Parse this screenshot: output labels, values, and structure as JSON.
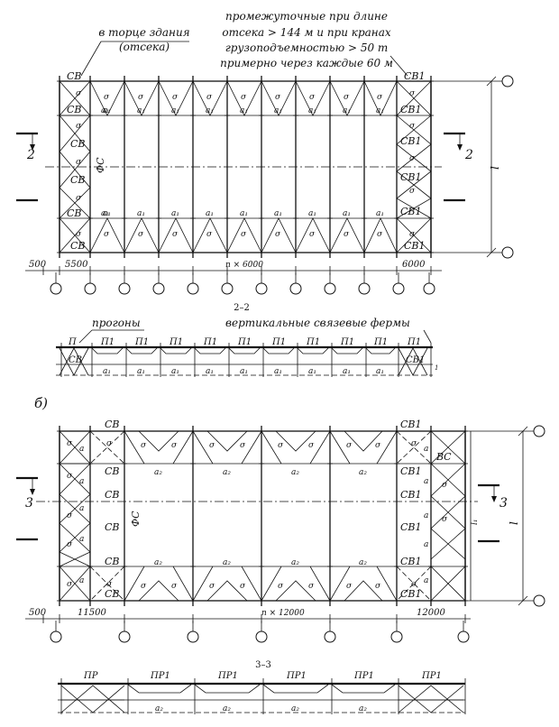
{
  "part_a": {
    "annot_end": [
      "в торце здания",
      "(отсека)"
    ],
    "annot_mid": [
      "промежуточные при длине",
      "отсека > 144 м и при кранах",
      "грузоподъемностью > 50 т",
      "примерно через каждые 60 м"
    ],
    "brace_cb": "СВ",
    "brace_cb1": "СВ1",
    "strut_a1": "a₁",
    "tie_sigma": "σ",
    "fc_label": "ФС",
    "section_mark": "2",
    "span_l": "l",
    "dim_500": "500",
    "dim_first": "5500",
    "dim_mid": "n × 6000",
    "dim_last": "6000"
  },
  "section_22": {
    "title": "2–2",
    "annot_purlins": "прогоны",
    "annot_trusses": "вертикальные связевые фермы",
    "purlin_first": "П",
    "purlin": "П1",
    "truss_cb": "СВ",
    "truss_cb1": "СВ1",
    "strut": "a₁",
    "end_mark": "1"
  },
  "part_b": {
    "label": "б)",
    "brace_cb": "СВ",
    "brace_cb1": "СВ1",
    "brace_bc": "ВС",
    "strut_a2": "a₂",
    "strut_a": "a",
    "tie_sigma": "σ",
    "fc_label": "ФС",
    "section_mark": "3",
    "span_l": "l",
    "span_l1": "l₁",
    "dim_500": "500",
    "dim_first": "11500",
    "dim_mid": "n × 12000",
    "dim_last": "12000"
  },
  "section_33": {
    "title": "3–3",
    "purlin_first": "ПР",
    "purlin": "ПР1",
    "strut": "a₂"
  }
}
